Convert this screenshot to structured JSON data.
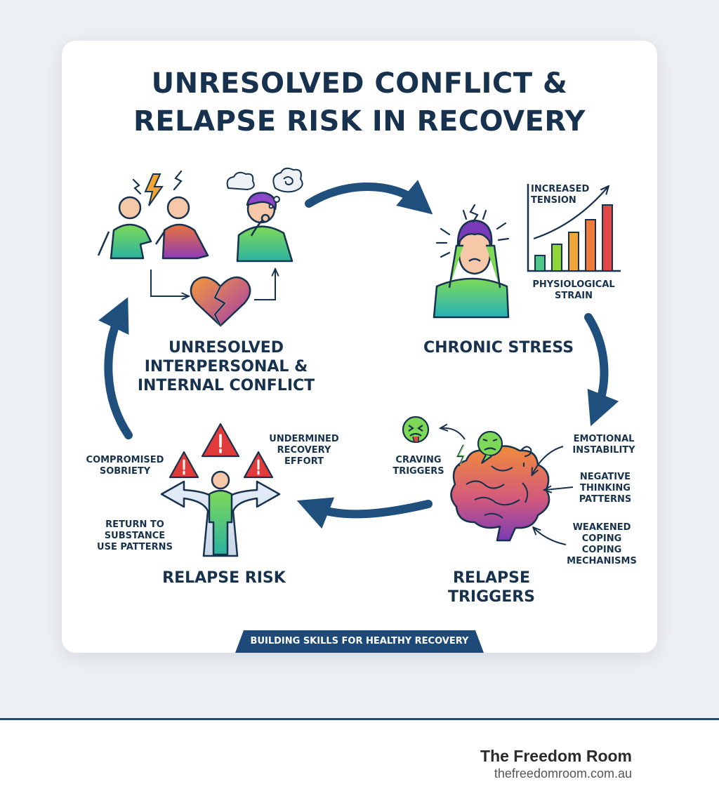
{
  "title": {
    "line1": "UNRESOLVED CONFLICT &",
    "line2": "RELAPSE RISK IN RECOVERY"
  },
  "stages": {
    "conflict": {
      "line1": "UNRESOLVED",
      "line2": "INTERPERSONAL &",
      "line3": "INTERNAL CONFLICT"
    },
    "stress": {
      "label": "CHRONIC STRESS"
    },
    "triggers": {
      "line1": "RELAPSE",
      "line2": "TRIGGERS"
    },
    "relapse": {
      "label": "RELAPSE RISK"
    }
  },
  "stress_chart": {
    "top_line1": "INCREASED",
    "top_line2": "TENSION",
    "bottom_line1": "PHYSIOLOGICAL",
    "bottom_line2": "STRAIN"
  },
  "trigger_labels": {
    "craving": {
      "line1": "CRAVING",
      "line2": "TRIGGERS"
    },
    "emotional": {
      "line1": "EMOTIONAL",
      "line2": "INSTABILITY"
    },
    "negative": {
      "line1": "NEGATIVE",
      "line2": "THINKING",
      "line3": "PATTERNS"
    },
    "weakened": {
      "line1": "WEAKENED",
      "line2": "COPING",
      "line3": "COPING",
      "line4": "MECHANISMS"
    }
  },
  "relapse_labels": {
    "undermined": {
      "line1": "UNDERMINED",
      "line2": "RECOVERY",
      "line3": "EFFORT"
    },
    "compromised": {
      "line1": "COMPROMISED",
      "line2": "SOBRIETY"
    },
    "return": {
      "line1": "RETURN TO",
      "line2": "SUBSTANCE",
      "line3": "USE PATTERNS"
    }
  },
  "banner": "BUILDING SKILLS FOR HEALTHY RECOVERY",
  "footer": {
    "name": "The Freedom Room",
    "url": "thefreedomroom.com.au"
  },
  "colors": {
    "navy": "#17324e",
    "arrow": "#1f4f7d",
    "warning": "#e03a3a",
    "footer_rule": "#1f4f7d"
  }
}
